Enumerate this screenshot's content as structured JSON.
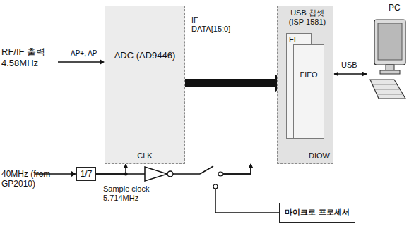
{
  "diagram": {
    "nodes": [
      {
        "text": [
          "ADC (AD9446)",
          "CLK"
        ]
      },
      {
        "text": [
          "USB 칩셋 (ISP 1581)",
          "DIOW"
        ]
      },
      {
        "text": [
          "FI"
        ],
        "in": 1
      },
      {
        "text": [
          "FIFO"
        ],
        "in": 1
      },
      {
        "text": [
          "PC"
        ]
      },
      {
        "text": [
          "1/7"
        ]
      },
      {
        "text": [
          "마이크로 프로세서"
        ]
      }
    ],
    "edges": [
      {
        "from": 0,
        "to": 2,
        "arrow": "to",
        "label": "IF DATA[15:0]"
      },
      {
        "from": 1,
        "to": 4,
        "arrow": "both",
        "label": "USB"
      },
      {
        "from": 5,
        "to": 0,
        "arrow": "to"
      },
      {
        "from": 5,
        "to": 1,
        "arrow": "to"
      },
      {
        "from": 6,
        "to": 1,
        "arrow": "to"
      }
    ],
    "labels": [
      "RF/IF 출력 4.58MHz",
      "AP+, AP-",
      "40MHz (from GP2010)",
      "Sample clock 5.714MHz"
    ]
  }
}
